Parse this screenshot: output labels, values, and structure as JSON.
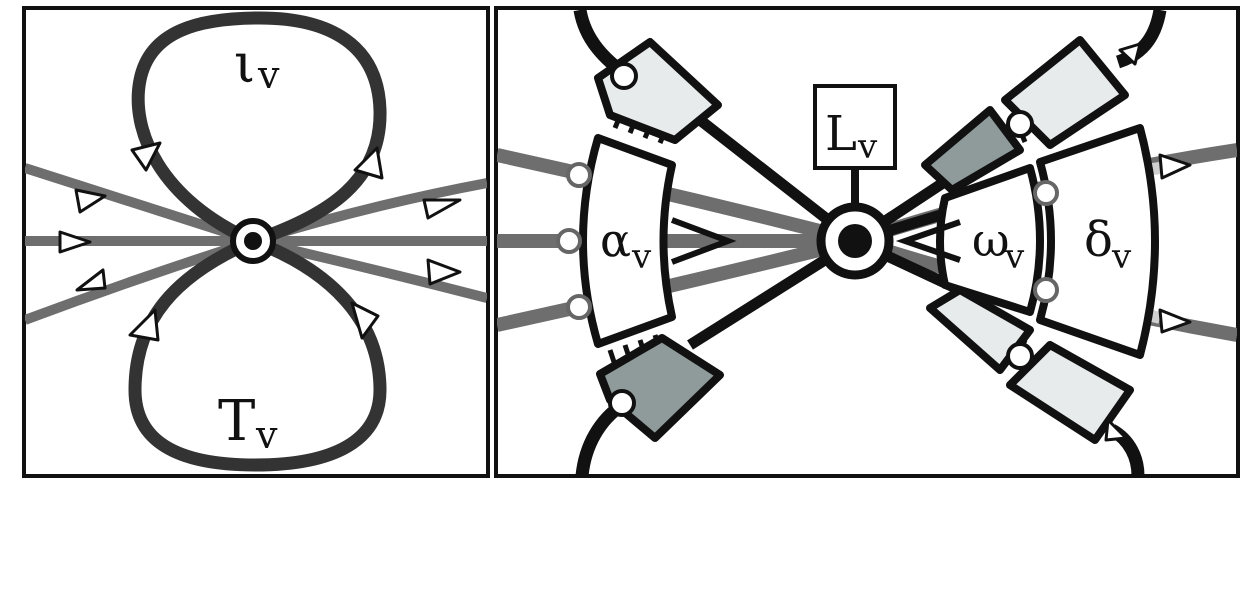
{
  "left_panel": {
    "top_loop_label": {
      "main": "ι",
      "sub": "v"
    },
    "bottom_loop_label": {
      "main": "T",
      "sub": "v"
    }
  },
  "right_panel": {
    "box_label": {
      "main": "L",
      "sub": "v"
    },
    "left_sector_label": {
      "main": "α",
      "sub": "v"
    },
    "inner_right_sector_label": {
      "main": "ω",
      "sub": "v"
    },
    "outer_right_sector_label": {
      "main": "δ",
      "sub": "v"
    }
  },
  "colors": {
    "ink": "#111111",
    "dark_loop": "#333333",
    "mid_gray_line": "#6e6e6e",
    "light_gray_line": "#cfcfcf",
    "pale_fill": "#e8ebec",
    "dark_fill": "#8f9a9b"
  }
}
